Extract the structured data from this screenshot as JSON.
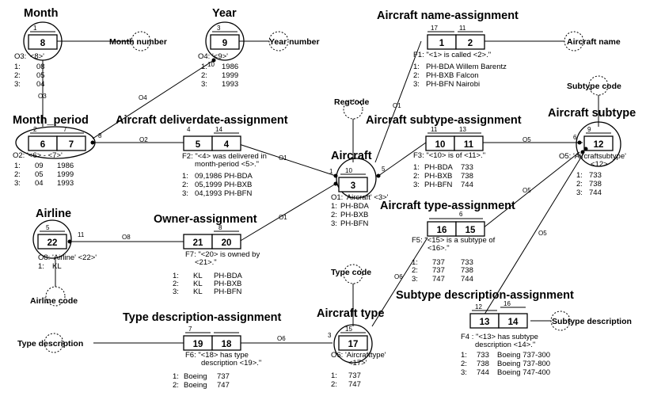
{
  "titles": [
    "Month",
    "Year",
    "Aircraft name-assignment",
    "Month_period",
    "Aircraft deliverdate-assignment",
    "Aircraft",
    "Aircraft subtype-assignment",
    "Aircraft subtype",
    "Airline",
    "Owner-assignment",
    "Aircraft type-assignment",
    "Aircraft type",
    "Type description-assignment",
    "Subtype description-assignment"
  ],
  "value_types": [
    "Month number",
    "Year number",
    "Aircraft name",
    "Subtype code",
    "Regcode",
    "Airline code",
    "Type code",
    "Type description",
    "Subtype description"
  ],
  "box_numbers": [
    "8",
    "9",
    "6",
    "7",
    "5",
    "4",
    "3",
    "10",
    "11",
    "12",
    "1",
    "2",
    "16",
    "15",
    "22",
    "21",
    "20",
    "19",
    "18",
    "17",
    "13",
    "14"
  ],
  "arrow_numbers": [
    "1",
    "3",
    "2",
    "7",
    "4",
    "14",
    "10",
    "11",
    "13",
    "9",
    "17",
    "11",
    "6",
    "5",
    "8",
    "7",
    "15",
    "12",
    "16"
  ],
  "edge_labels": [
    "O3",
    "O4",
    "O2",
    "O1",
    "O1",
    "O5",
    "O5",
    "O5",
    "O1",
    "O8",
    "O6",
    "O6",
    "8",
    "1",
    "5",
    "6",
    "11",
    "3",
    "10"
  ],
  "captions": [
    "O3: '<8>'",
    "O4: '<9>'",
    "O2: '<6> - <7>'",
    "F2: \"<4> was delivered in",
    "month-period <5>.\"",
    "O1: 'Aircraft' <3>'",
    "F3: \"<10> is of <11>.\"",
    "F1: \"<1> is called <2>.\"",
    "O5: 'Aircraftsubtype'",
    "<12>",
    "O8: 'Airline' <22>'",
    "F7: \"<20> is owned by",
    "<21>.\"",
    "F5: \"<15> is a subtype of",
    "<16>.\"",
    "F6: \"<18> has type",
    "description <19>.\"",
    "O6: 'Aircrafttype'",
    "<17>'",
    "F4 : \"<13> has subtype",
    "description <14>.\""
  ],
  "populations": [
    "1:",
    "08",
    "2:",
    "05",
    "3:",
    "04",
    "1:",
    "1986",
    "2:",
    "1999",
    "3:",
    "1993",
    "1:",
    "PH-BDA Willem Barentz",
    "2:",
    "PH-BXB Falcon",
    "3:",
    "PH-BFN Nairobi",
    "1:",
    "09",
    "1986",
    "2:",
    "05",
    "1999",
    "3:",
    "04",
    "1993",
    "1:",
    "09,1986 PH-BDA",
    "2:",
    "05,1999 PH-BXB",
    "3:",
    "04,1993 PH-BFN",
    "1:",
    "PH-BDA",
    "2:",
    "PH-BXB",
    "3:",
    "PH-BFN",
    "1:",
    "PH-BDA",
    "733",
    "2:",
    "PH-BXB",
    "738",
    "3:",
    "PH-BFN",
    "744",
    "1:",
    "733",
    "2:",
    "738",
    "3:",
    "744",
    "1:",
    "KL",
    "1:",
    "KL",
    "PH-BDA",
    "2:",
    "KL",
    "PH-BXB",
    "3:",
    "KL",
    "PH-BFN",
    "1:",
    "737",
    "733",
    "2:",
    "737",
    "738",
    "3:",
    "747",
    "744",
    "1:",
    "Boeing",
    "737",
    "2:",
    "Boeing",
    "747",
    "1:",
    "737",
    "2:",
    "747",
    "1:",
    "733",
    "Boeing 737-300",
    "2:",
    "738",
    "Boeing 737-800",
    "3:",
    "744",
    "Boeing 747-400"
  ]
}
